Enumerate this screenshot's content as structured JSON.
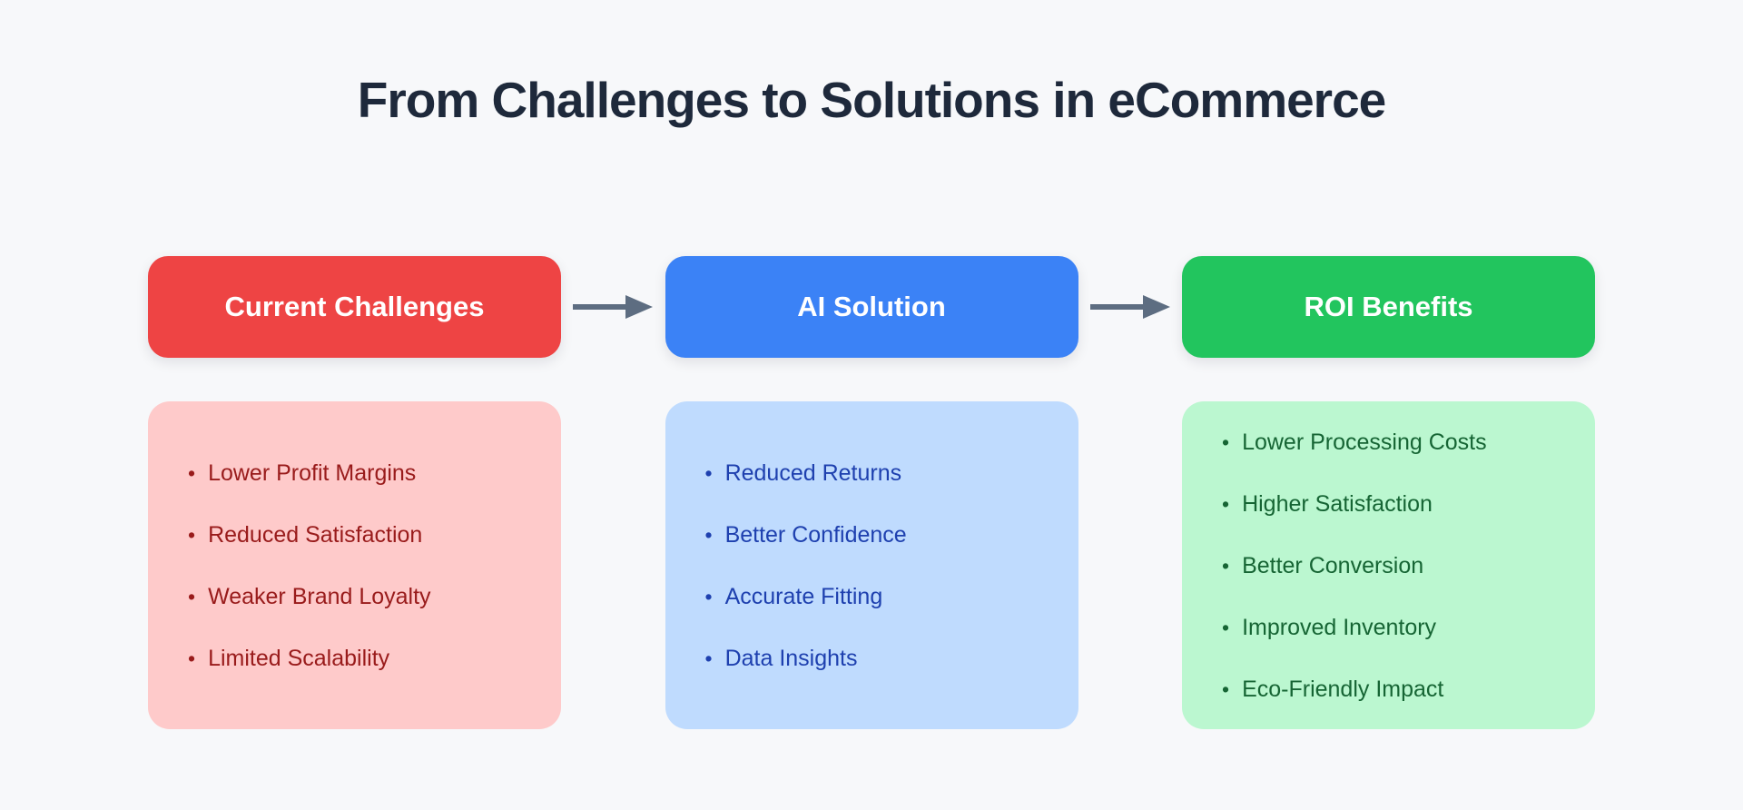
{
  "title": "From Challenges to Solutions in eCommerce",
  "ui": {
    "bullet": "•"
  },
  "colors": {
    "background": "#f7f8fa",
    "title_text": "#1e293b",
    "arrow": "#5d6d81",
    "challenges_header": "#ee4444",
    "challenges_panel": "#fecaca",
    "challenges_text": "#991b1b",
    "solution_header": "#3b82f6",
    "solution_panel": "#bfdbfe",
    "solution_text": "#1e40af",
    "benefits_header": "#22c55e",
    "benefits_panel": "#bbf7d0",
    "benefits_text": "#166534"
  },
  "columns": [
    {
      "id": "current-challenges",
      "header": "Current Challenges",
      "items": [
        "Lower Profit Margins",
        "Reduced Satisfaction",
        "Weaker Brand Loyalty",
        "Limited Scalability"
      ]
    },
    {
      "id": "ai-solution",
      "header": "AI Solution",
      "items": [
        "Reduced Returns",
        "Better Confidence",
        "Accurate Fitting",
        "Data Insights"
      ]
    },
    {
      "id": "roi-benefits",
      "header": "ROI Benefits",
      "items": [
        "Lower Processing Costs",
        "Higher Satisfaction",
        "Better Conversion",
        "Improved Inventory",
        "Eco-Friendly Impact"
      ]
    }
  ]
}
